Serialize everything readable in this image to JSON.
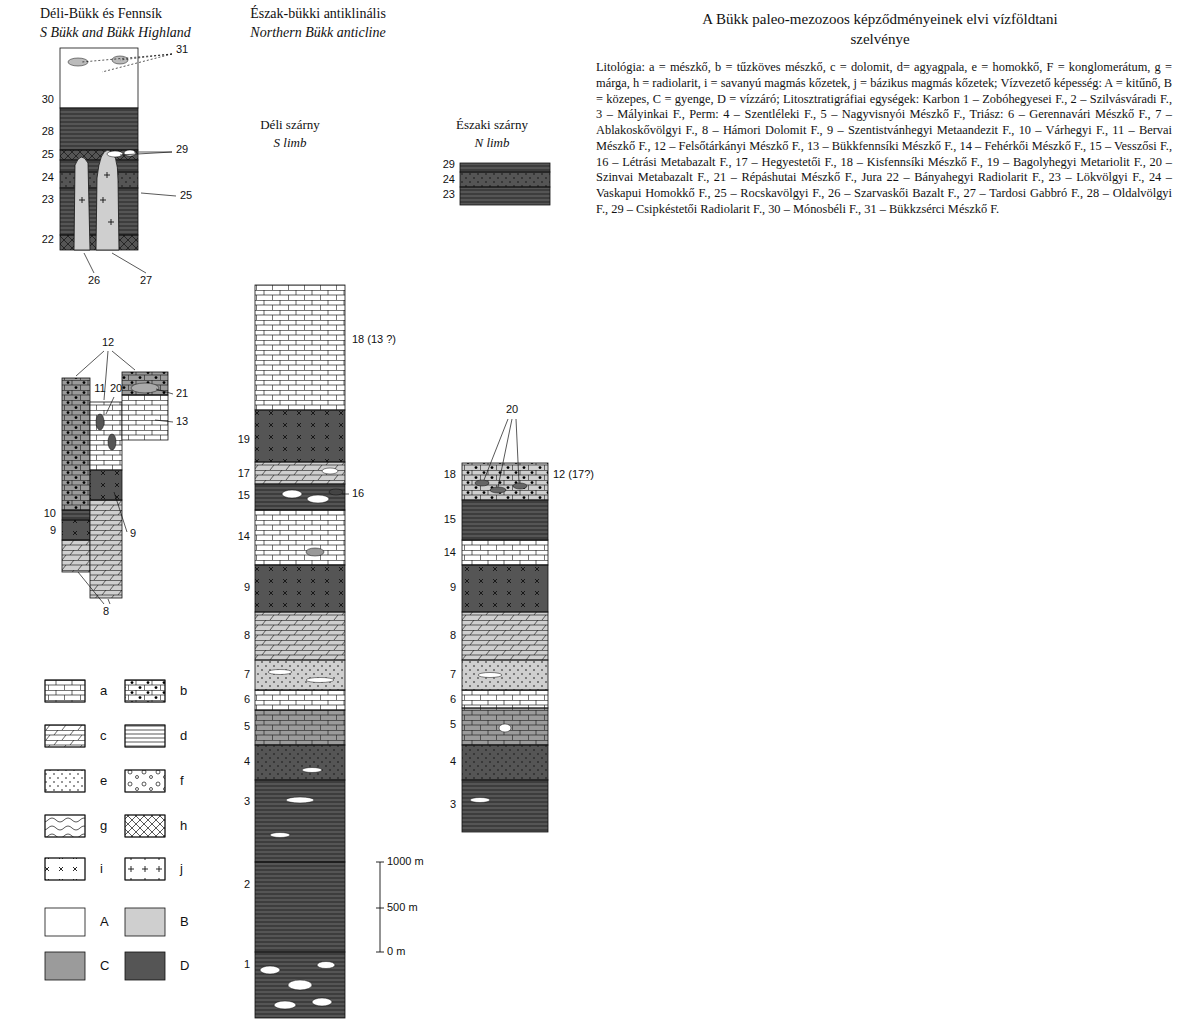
{
  "diagram": {
    "title": "A Bükk paleo-mezozoos képződményeinek elvi vízföldtani szelvénye",
    "caption": "Litológia: a = mészkő, b = tűzköves mészkő, c = dolomit, d= agyagpala, e = homokkő, F = konglomerátum, g = márga, h = radiolarit, i = savanyú magmás kőzetek, j = bázikus magmás kőzetek; Vízvezető képesség: A = kitűnő, B = közepes, C = gyenge, D = vízzáró; Litosztratigráfiai egységek: Karbon 1 – Zobóhegyesei F., 2 – Szilvásváradi F., 3 – Mályinkai F., Perm: 4 – Szentléleki F., 5 – Nagyvisnyói Mészkő F., Triász: 6 – Gerennavári Mészkő F., 7 – Ablakoskővölgyi F., 8 – Hámori Dolomit F., 9 – Szentistvánhegyi Metaandezit F., 10 – Várhegyi F., 11 – Bervai Mészkő F., 12 – Felsőtárkányi Mészkő F., 13 – Bükkfennsíki Mészkő F., 14 – Fehérkői Mészkő F., 15 – Vesszősi F., 16 – Létrási Metabazalt F., 17 – Hegyestetői F., 18 – Kisfennsíki Mészkő F., 19 – Bagolyhegyi Metariolit F., 20 – Szinvai Metabazalt F., 21 – Répáshutai Mészkő F., Jura 22 – Bányahegyi Radiolarit F., 23 – Lökvölgyi F., 24 – Vaskapui Homokkő F., 25 – Rocskavölgyi F., 26 – Szarvaskői Bazalt F., 27 – Tardosi Gabbró F., 28 – Oldalvölgyi F., 29 – Csipkéstetői Radiolarit F., 30 – Mónosbéli F., 31 – Bükkzsérci Mészkő F.",
    "labels": [
      "Déli-Bükk és Fennsík",
      "S Bükk and Bükk Highland",
      "Észak-bükki antiklinális",
      "Northern Bükk anticline",
      "Déli szárny",
      "S limb",
      "Északi szárny",
      "N limb",
      "31",
      "30",
      "28",
      "25",
      "29",
      "24",
      "25",
      "23",
      "22",
      "26",
      "27",
      "12",
      "20",
      "11",
      "21",
      "13",
      "10",
      "9",
      "9",
      "8",
      "18 (13 ?)",
      "19",
      "17",
      "15",
      "16",
      "14",
      "9",
      "8",
      "7",
      "6",
      "5",
      "4",
      "3",
      "2",
      "1",
      "1000 m",
      "500 m",
      "0 m",
      "29",
      "24",
      "23",
      "20",
      "18",
      "12 (17?)",
      "15",
      "14",
      "9",
      "8",
      "7",
      "6",
      "5",
      "4",
      "3"
    ],
    "legend": [
      {
        "text": "a"
      },
      {
        "text": "b"
      },
      {
        "text": "c"
      },
      {
        "text": "d"
      },
      {
        "text": "e"
      },
      {
        "text": "f"
      },
      {
        "text": "g"
      },
      {
        "text": "h"
      },
      {
        "text": "i"
      },
      {
        "text": "j"
      },
      {
        "text": "A",
        "color": "#ffffff"
      },
      {
        "text": "B",
        "color": "#cfcfcf"
      },
      {
        "text": "C",
        "color": "#9b9b9b"
      },
      {
        "text": "D",
        "color": "#555555"
      }
    ]
  }
}
